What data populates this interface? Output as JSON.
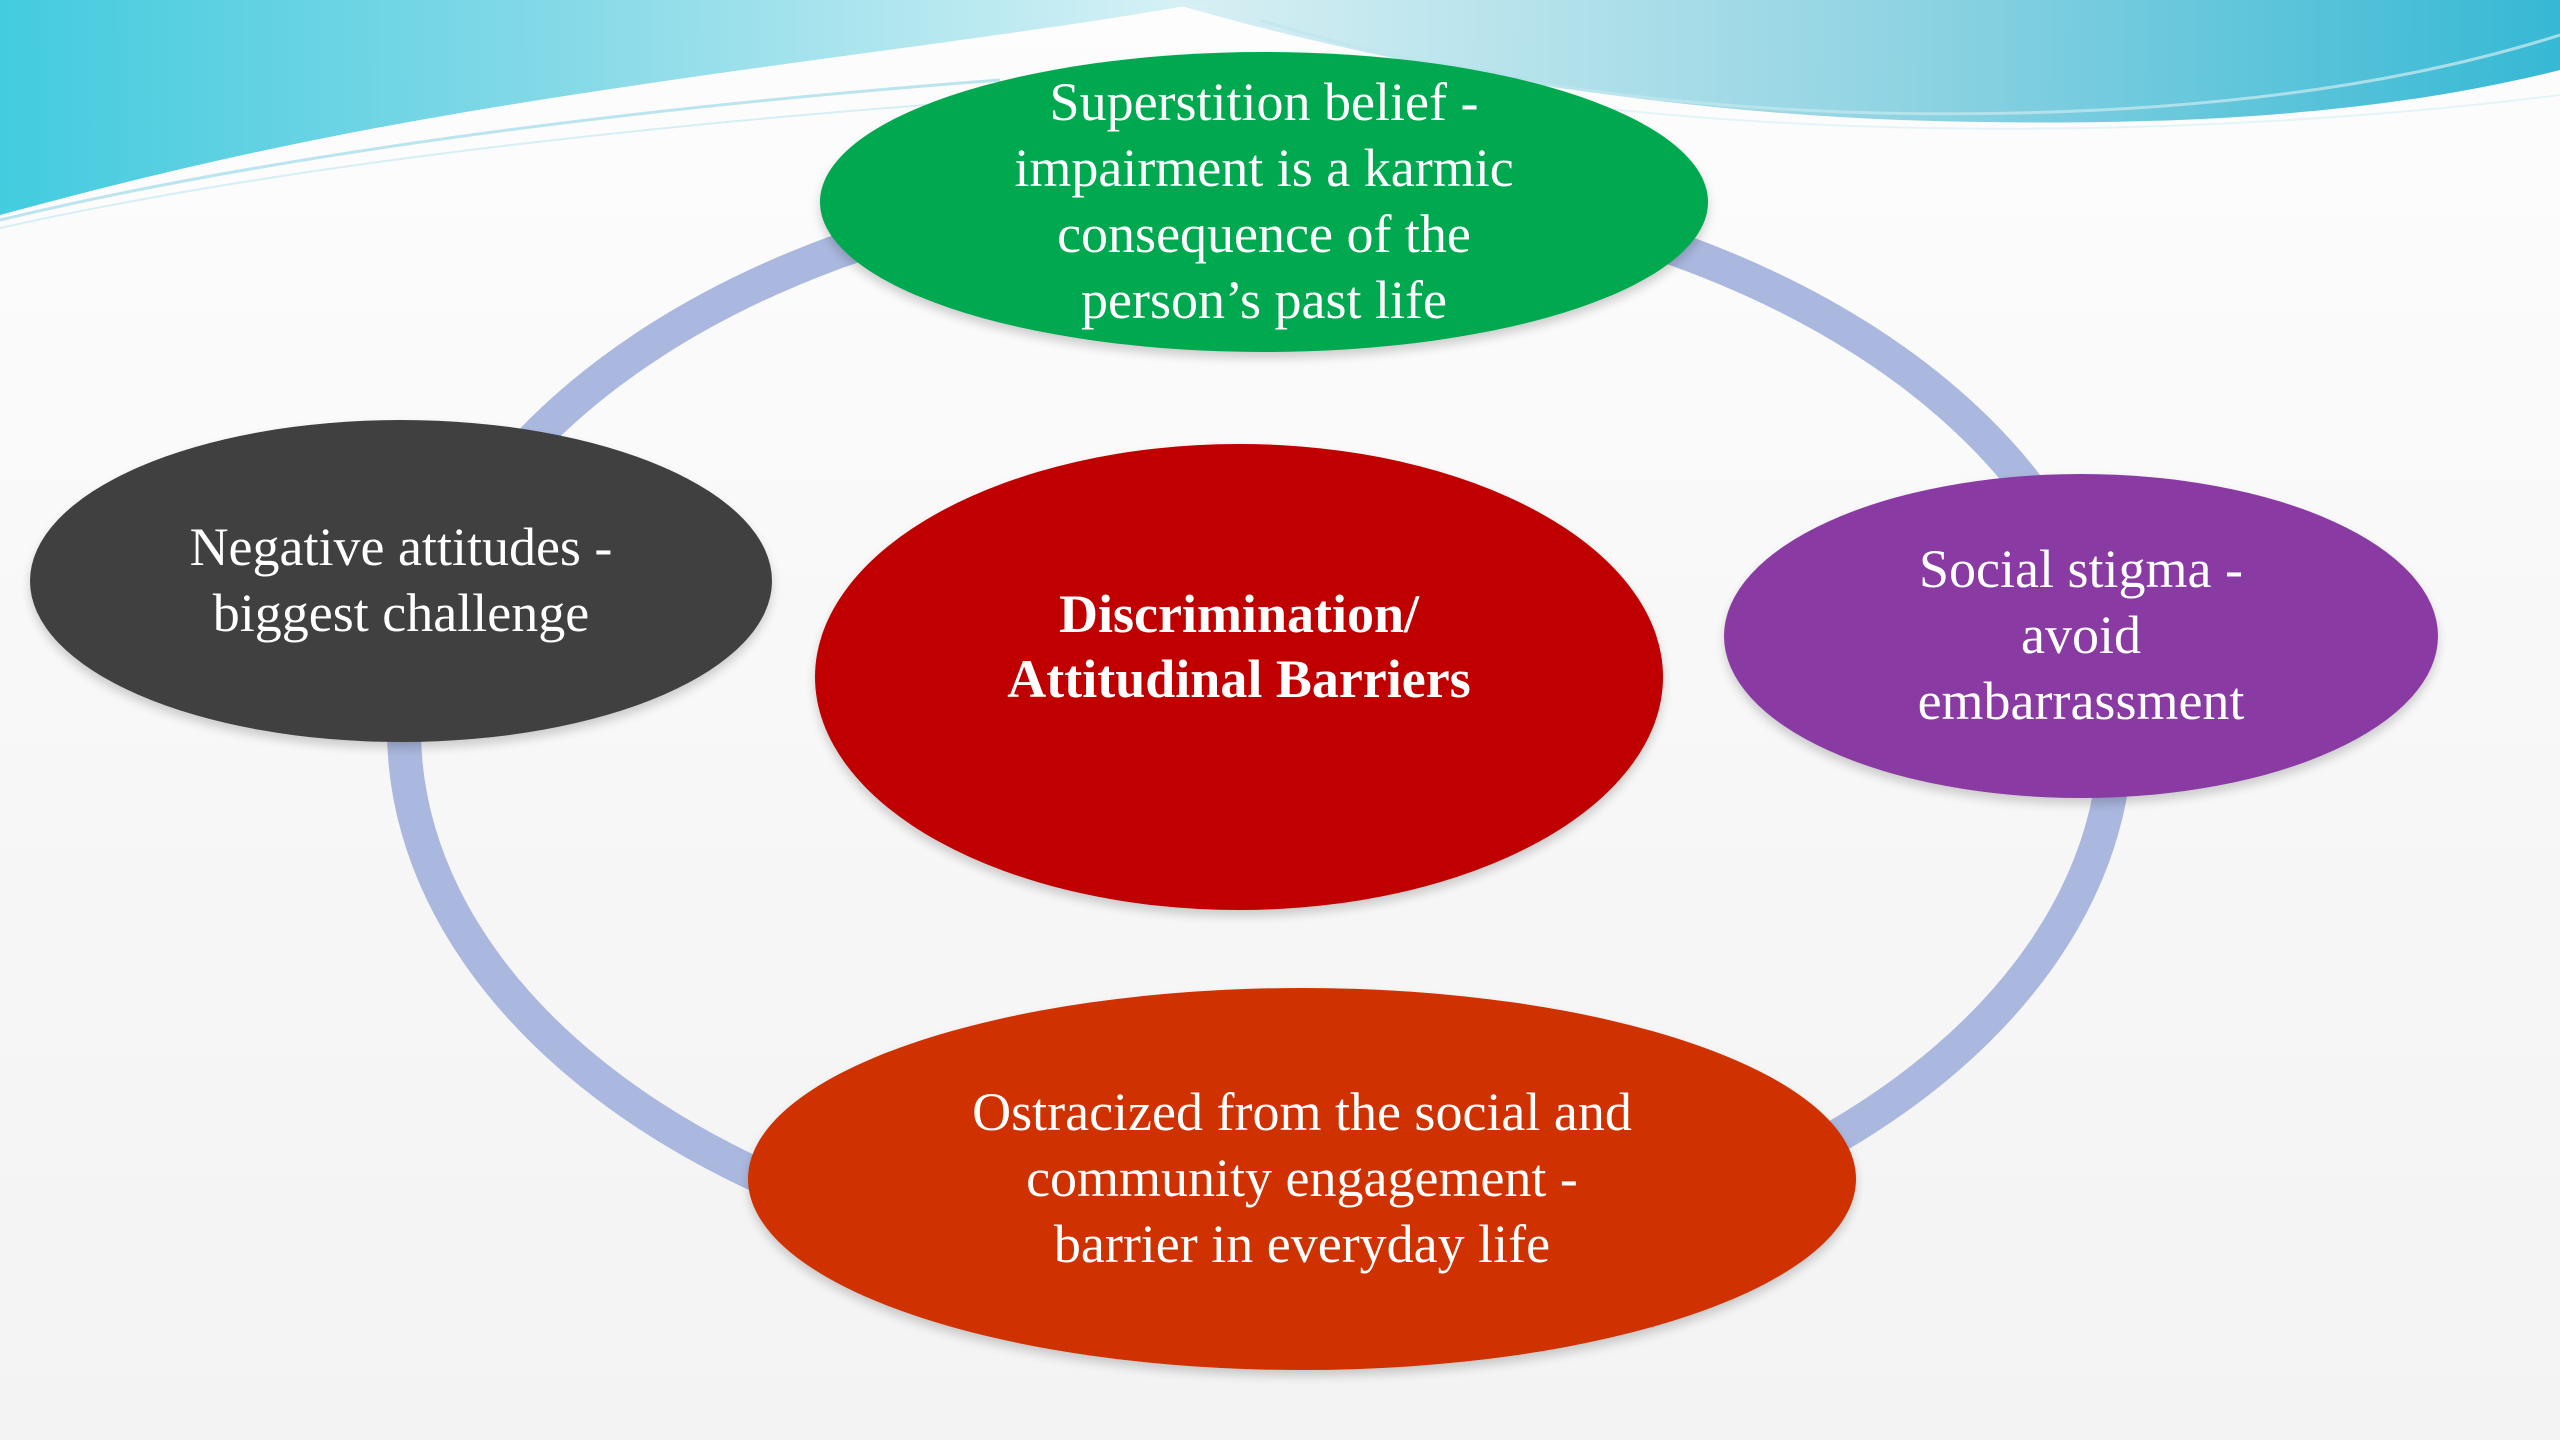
{
  "diagram": {
    "center": {
      "text": "Discrimination/\nAttitudinal Barriers"
    },
    "nodes": [
      {
        "id": "top",
        "text": "Superstition belief -\nimpairment is a karmic\nconsequence of the\nperson’s past life",
        "color": "#00a84f"
      },
      {
        "id": "right",
        "text": "Social stigma -\navoid\nembarrassment",
        "color": "#8a3aa3"
      },
      {
        "id": "bottom",
        "text": "Ostracized from the social and\ncommunity engagement -\nbarrier in everyday life",
        "color": "#cf3200"
      },
      {
        "id": "left",
        "text": "Negative attitudes  -\nbiggest challenge",
        "color": "#404040"
      }
    ],
    "center_color": "#c00000",
    "ring_color": "#aab8df"
  }
}
